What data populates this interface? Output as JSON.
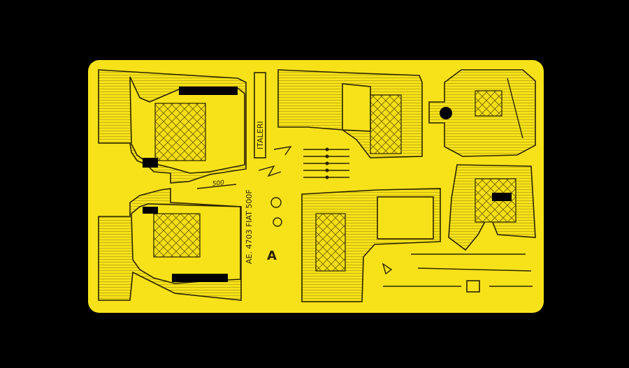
{
  "colors": {
    "background": "#000000",
    "fret": "#f7e21a",
    "etch": "#2a2200"
  },
  "fret": {
    "maker_text": "ITALERI",
    "code_text": "AE. 4703 FIAT 500F",
    "logo_text": "500",
    "letter_mark": "A"
  }
}
